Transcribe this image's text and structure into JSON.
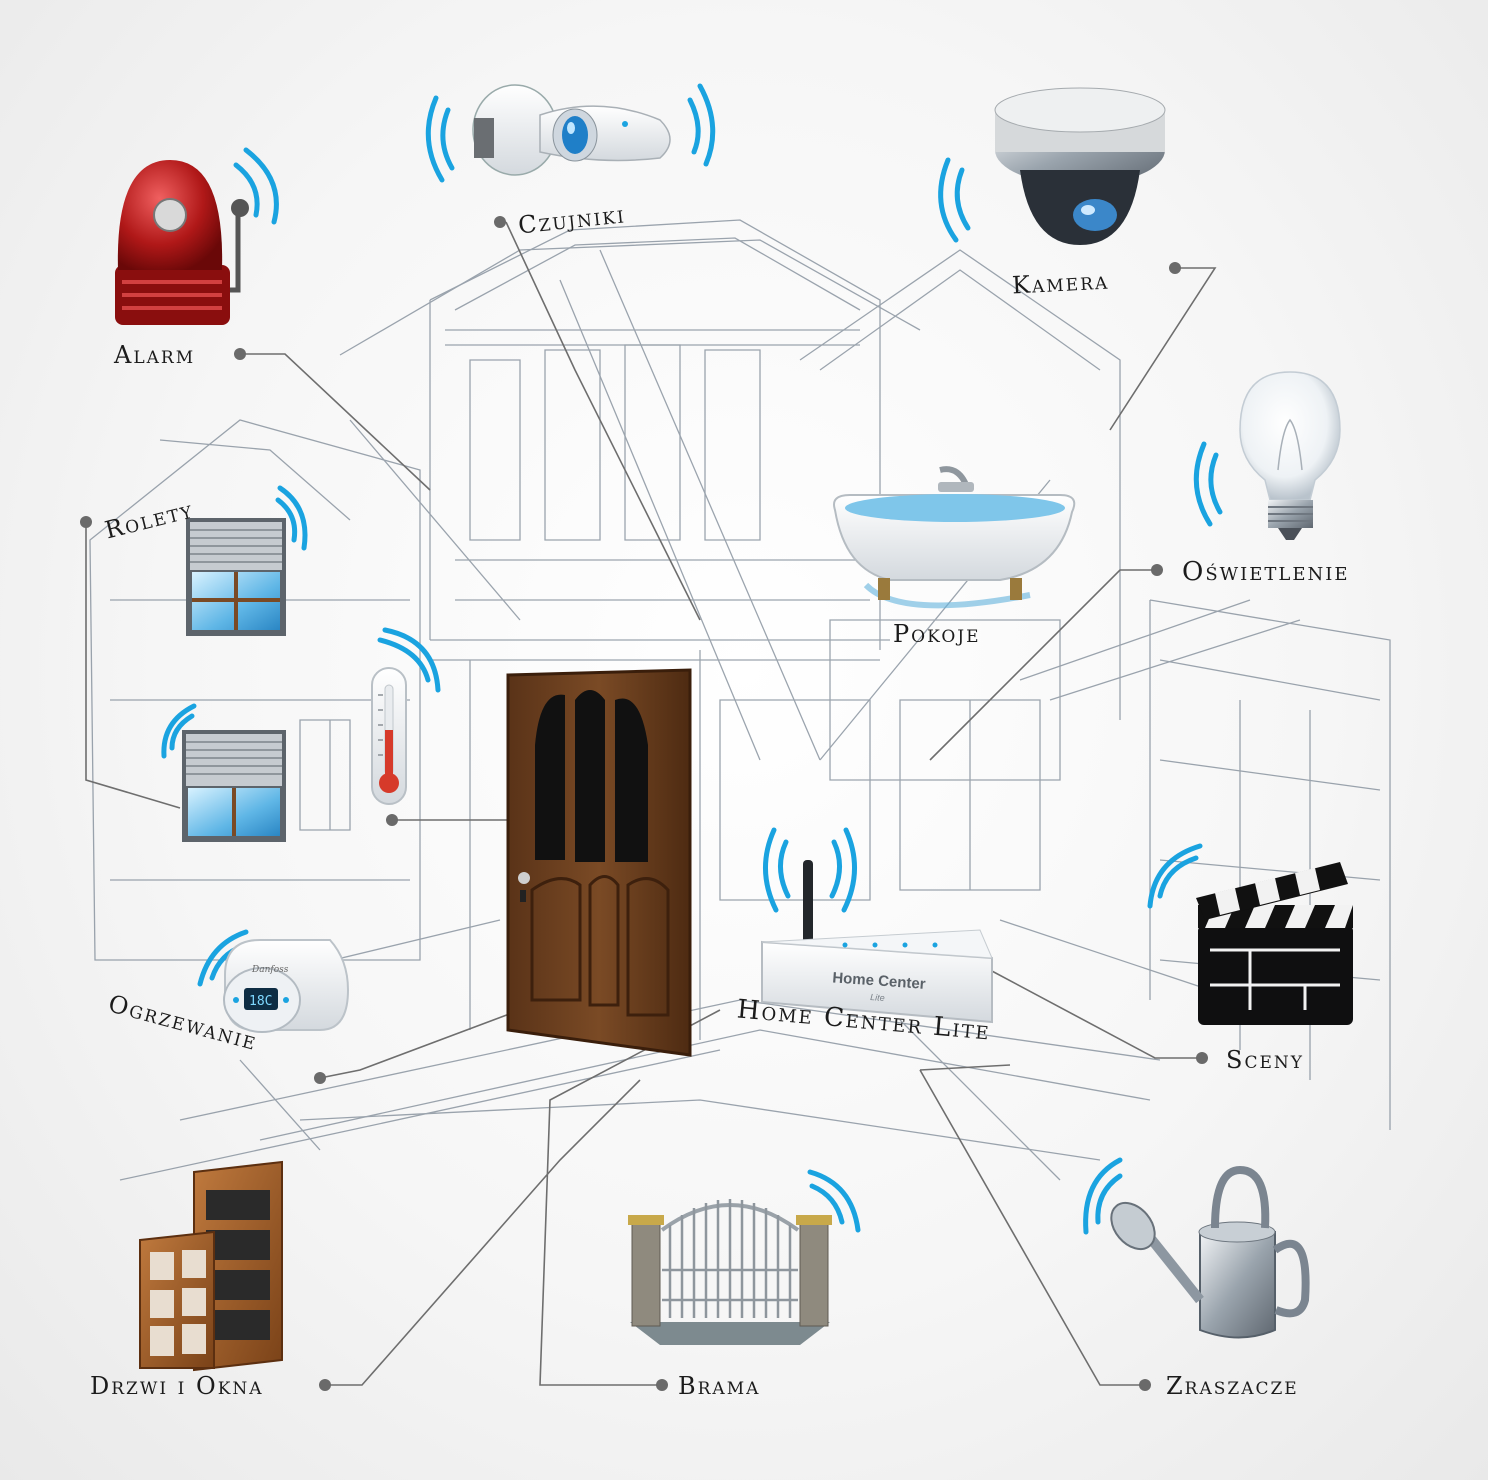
{
  "labels": {
    "czujniki": "Czujniki",
    "kamera": "Kamera",
    "alarm": "Alarm",
    "rolety": "Rolety",
    "oswietlenie": "Oświetlenie",
    "pokoje": "Pokoje",
    "ogrzewanie": "Ogrzewanie",
    "home_center_lite": "Home Center Lite",
    "sceny": "Sceny",
    "drzwi_i_okna": "Drzwi i Okna",
    "brama": "Brama",
    "zraszacze": "Zraszacze"
  },
  "device_text": {
    "router_brand": "Home Center",
    "router_sub": "Lite",
    "thermostat_display": "18C",
    "thermostat_brand": "Danfoss"
  },
  "colors": {
    "label_text": "#1b1b1b",
    "connector_line": "#6e6e6e",
    "wireless_signal": "#1aa3e0",
    "sketch_line": "#7b8794"
  }
}
